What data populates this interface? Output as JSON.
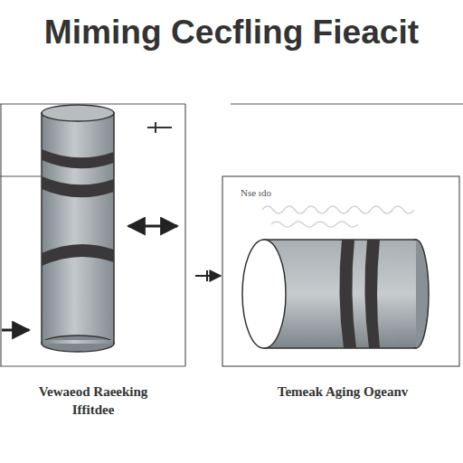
{
  "diagram": {
    "title": "Miming Cecfling Fieacit",
    "nodes": [
      {
        "text": [
          "Vewaeod Raeeking Iffitdee"
        ]
      },
      {
        "text": [
          "Nse ıdo",
          "Temeak Aging Ogeanv"
        ]
      }
    ]
  }
}
